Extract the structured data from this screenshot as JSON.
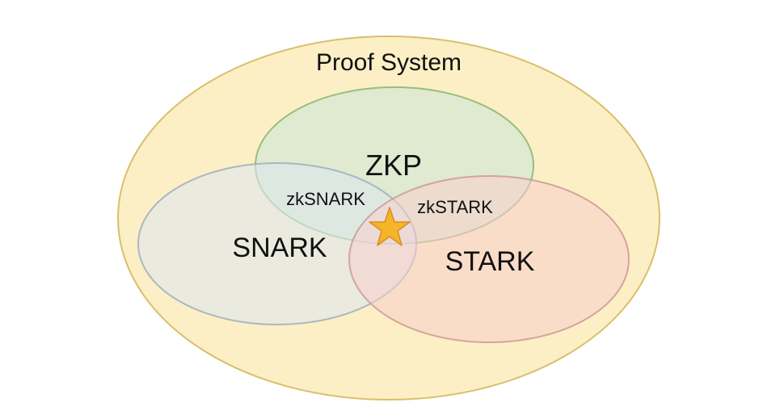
{
  "diagram": {
    "title": "Proof System",
    "sets": [
      {
        "id": "zkp",
        "label": "ZKP",
        "fill": "#d5e8d4",
        "stroke": "#82b366"
      },
      {
        "id": "snark",
        "label": "SNARK",
        "fill": "#dae8fc",
        "stroke": "#9aaabb"
      },
      {
        "id": "stark",
        "label": "STARK",
        "fill": "#f8cecc",
        "stroke": "#c9968f"
      }
    ],
    "intersections": {
      "zksnark": "zkSNARK",
      "zkstark": "zkSTARK"
    },
    "outer": {
      "fill": "#fcefc5",
      "stroke": "#d9bf6a"
    },
    "star": {
      "fill": "#f5b52a",
      "stroke": "#d98e1a",
      "icon": "star-icon"
    }
  }
}
